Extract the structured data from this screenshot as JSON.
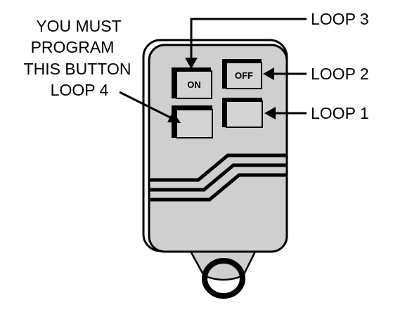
{
  "labels": {
    "program_note": [
      "YOU MUST",
      "PROGRAM",
      "THIS BUTTON"
    ],
    "loop4": "LOOP 4",
    "loop3": "LOOP 3",
    "loop2": "LOOP 2",
    "loop1": "LOOP 1"
  },
  "buttons": {
    "on": "ON",
    "off": "OFF"
  },
  "colors": {
    "body_fill": "#cfcfcf",
    "outline": "#000000",
    "background": "#ffffff"
  }
}
